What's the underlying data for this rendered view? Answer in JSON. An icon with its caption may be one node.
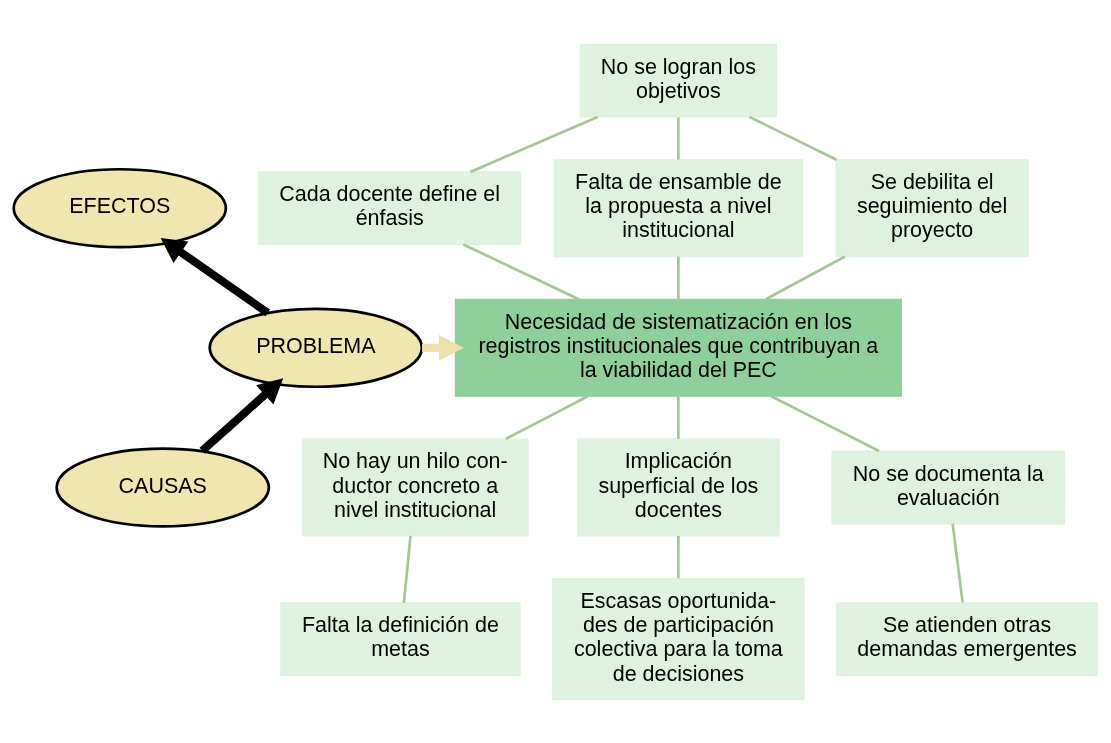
{
  "diagram": {
    "nodes": [
      {
        "text": [
          "EFECTOS"
        ]
      },
      {
        "text": [
          "PROBLEMA"
        ]
      },
      {
        "text": [
          "CAUSAS"
        ]
      },
      {
        "text": [
          "No se logran los objetivos"
        ]
      },
      {
        "text": [
          "Cada docente define el énfasis"
        ]
      },
      {
        "text": [
          "Falta de ensamble de la propuesta a nivel institucional"
        ]
      },
      {
        "text": [
          "Se debilita el seguimiento del proyecto"
        ]
      },
      {
        "text": [
          "Necesidad de sistematización en los registros institucionales que contribuyan a la viabilidad del PEC"
        ]
      },
      {
        "text": [
          "No hay un hilo con- ductor concreto a nivel institucional"
        ]
      },
      {
        "text": [
          "Implicación superficial de los docentes"
        ]
      },
      {
        "text": [
          "No se documenta la evaluación"
        ]
      },
      {
        "text": [
          "Falta la definición de metas"
        ]
      },
      {
        "text": [
          "Escasas oportunida- des de participación colectiva para la toma de decisiones"
        ]
      },
      {
        "text": [
          "Se atienden otras demandas emergentes"
        ]
      }
    ],
    "edges": [
      {
        "from": 2,
        "to": 1,
        "arrow": "to",
        "style": "thick",
        "color": "#000000"
      },
      {
        "from": 1,
        "to": 0,
        "arrow": "to",
        "style": "thick",
        "color": "#000000"
      },
      {
        "from": 1,
        "to": 7,
        "arrow": "to",
        "style": "thick",
        "color": "#eee0a8"
      },
      {
        "from": 3,
        "to": 4,
        "arrow": "none"
      },
      {
        "from": 3,
        "to": 5,
        "arrow": "none"
      },
      {
        "from": 3,
        "to": 6,
        "arrow": "none"
      },
      {
        "from": 4,
        "to": 7,
        "arrow": "none"
      },
      {
        "from": 5,
        "to": 7,
        "arrow": "none"
      },
      {
        "from": 6,
        "to": 7,
        "arrow": "none"
      },
      {
        "from": 7,
        "to": 8,
        "arrow": "none"
      },
      {
        "from": 7,
        "to": 9,
        "arrow": "none"
      },
      {
        "from": 7,
        "to": 10,
        "arrow": "none"
      },
      {
        "from": 8,
        "to": 11,
        "arrow": "none"
      },
      {
        "from": 9,
        "to": 12,
        "arrow": "none"
      },
      {
        "from": 10,
        "to": 13,
        "arrow": "none"
      }
    ]
  }
}
